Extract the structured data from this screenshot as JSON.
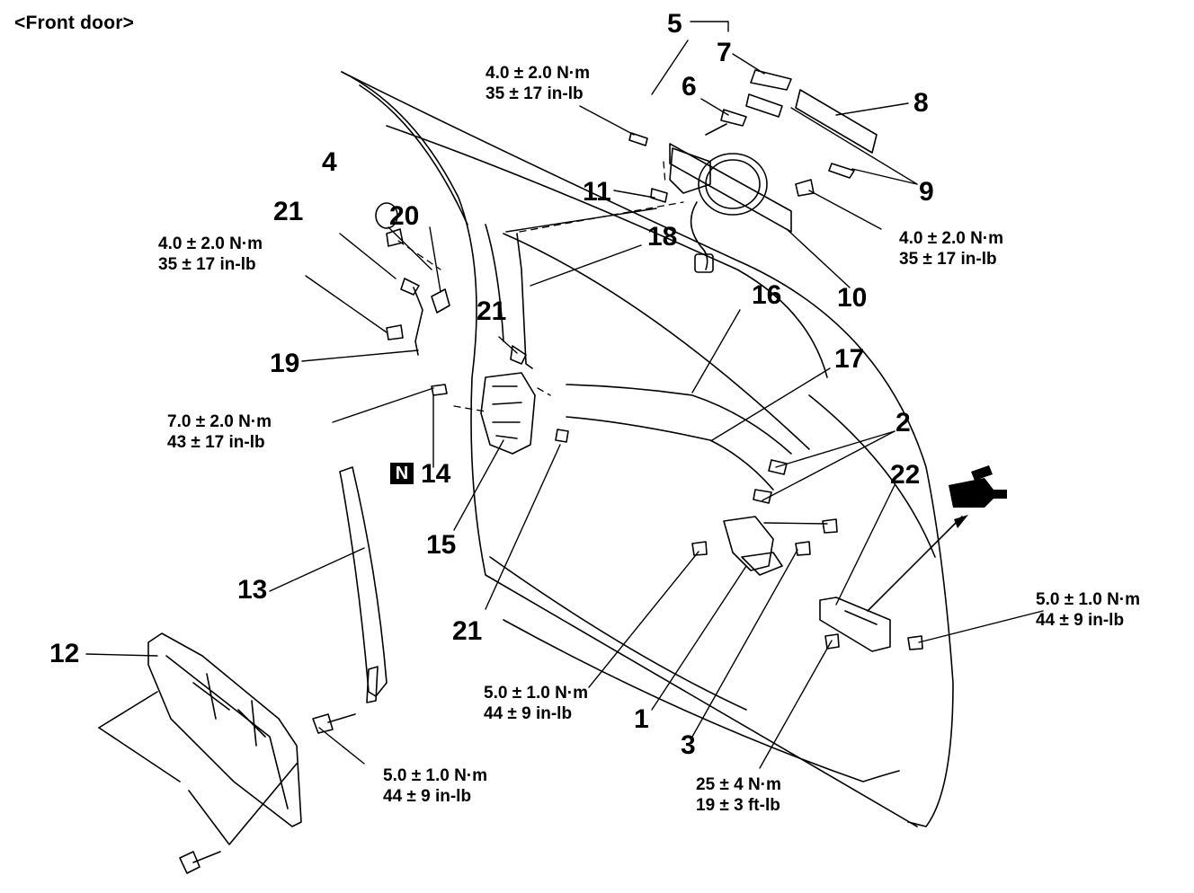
{
  "title": "<Front door>",
  "callouts": [
    {
      "id": "n1",
      "text": "1"
    },
    {
      "id": "n2",
      "text": "2"
    },
    {
      "id": "n3",
      "text": "3"
    },
    {
      "id": "n4",
      "text": "4"
    },
    {
      "id": "n5",
      "text": "5"
    },
    {
      "id": "n6",
      "text": "6"
    },
    {
      "id": "n7",
      "text": "7"
    },
    {
      "id": "n8",
      "text": "8"
    },
    {
      "id": "n9",
      "text": "9"
    },
    {
      "id": "n10",
      "text": "10"
    },
    {
      "id": "n11",
      "text": "11"
    },
    {
      "id": "n12",
      "text": "12"
    },
    {
      "id": "n13",
      "text": "13"
    },
    {
      "id": "n14",
      "text": "14"
    },
    {
      "id": "n15",
      "text": "15"
    },
    {
      "id": "n16",
      "text": "16"
    },
    {
      "id": "n17",
      "text": "17"
    },
    {
      "id": "n18",
      "text": "18"
    },
    {
      "id": "n19",
      "text": "19"
    },
    {
      "id": "n20",
      "text": "20"
    },
    {
      "id": "n21a",
      "text": "21"
    },
    {
      "id": "n21b",
      "text": "21"
    },
    {
      "id": "n21c",
      "text": "21"
    },
    {
      "id": "n22",
      "text": "22"
    }
  ],
  "n_mark": "N",
  "torques": {
    "t_top": {
      "nm": "4.0 ± 2.0 N·m",
      "imp": "35 ± 17 in-lb"
    },
    "t_right": {
      "nm": "4.0 ± 2.0 N·m",
      "imp": "35 ± 17 in-lb"
    },
    "t_left": {
      "nm": "4.0 ± 2.0 N·m",
      "imp": "35 ± 17 in-lb"
    },
    "t_latch": {
      "nm": "7.0 ± 2.0 N·m",
      "imp": "43 ± 17 in-lb"
    },
    "t_glass": {
      "nm": "5.0 ± 1.0 N·m",
      "imp": "44 ± 9 in-lb"
    },
    "t_handle": {
      "nm": "5.0 ± 1.0 N·m",
      "imp": "44 ± 9 in-lb"
    },
    "t_check": {
      "nm": "5.0 ± 1.0 N·m",
      "imp": "44 ± 9 in-lb"
    },
    "t_hinge": {
      "nm": "25 ± 4 N·m",
      "imp": "19 ± 3 ft-lb"
    }
  }
}
